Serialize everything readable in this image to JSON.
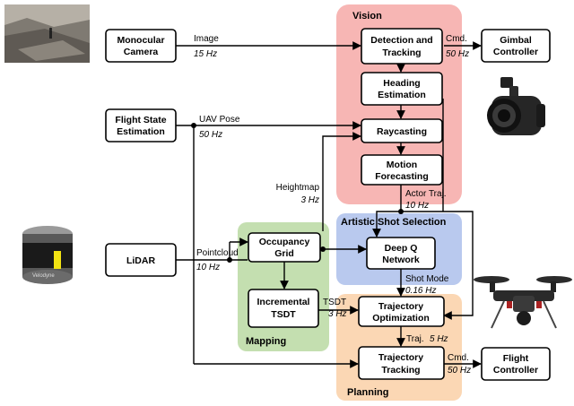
{
  "regions": {
    "vision": "Vision",
    "artistic": "Artistic Shot Selection",
    "mapping": "Mapping",
    "planning": "Planning"
  },
  "blocks": {
    "monocular_camera": [
      "Monocular",
      "Camera"
    ],
    "detection_tracking": [
      "Detection and",
      "Tracking"
    ],
    "gimbal_controller": [
      "Gimbal",
      "Controller"
    ],
    "heading_estimation": [
      "Heading",
      "Estimation"
    ],
    "flight_state": [
      "Flight State",
      "Estimation"
    ],
    "raycasting": [
      "Raycasting"
    ],
    "motion_forecasting": [
      "Motion",
      "Forecasting"
    ],
    "lidar": [
      "LiDAR"
    ],
    "occupancy_grid": [
      "Occupancy",
      "Grid"
    ],
    "deep_q": [
      "Deep Q",
      "Network"
    ],
    "incremental_tsdt": [
      "Incremental",
      "TSDT"
    ],
    "trajectory_optimization": [
      "Trajectory",
      "Optimization"
    ],
    "trajectory_tracking": [
      "Trajectory",
      "Tracking"
    ],
    "flight_controller": [
      "Flight",
      "Controller"
    ]
  },
  "edges": {
    "image": {
      "label": "Image",
      "rate": "15 Hz"
    },
    "cmd_gimbal": {
      "label": "Cmd.",
      "rate": "50 Hz"
    },
    "uav_pose": {
      "label": "UAV Pose",
      "rate": "50 Hz"
    },
    "heightmap": {
      "label": "Heightmap",
      "rate": "3 Hz"
    },
    "actor_traj": {
      "label": "Actor Traj.",
      "rate": "10 Hz"
    },
    "pointcloud": {
      "label": "Pointcloud",
      "rate": "10 Hz"
    },
    "shot_mode": {
      "label": "Shot Mode",
      "rate": "0.16 Hz"
    },
    "tsdt": {
      "label": "TSDT",
      "rate": "3 Hz"
    },
    "traj": {
      "label": "Traj.",
      "rate": "5 Hz"
    },
    "cmd_flight": {
      "label": "Cmd.",
      "rate": "50 Hz"
    }
  },
  "images": {
    "lidar_sensor_text": "Velodyne"
  },
  "colors": {
    "vision": "#f7b6b4",
    "artistic": "#b9c9ee",
    "mapping": "#c4dfb0",
    "planning": "#fbd7b4",
    "lidar_accent": "#f2e313"
  }
}
